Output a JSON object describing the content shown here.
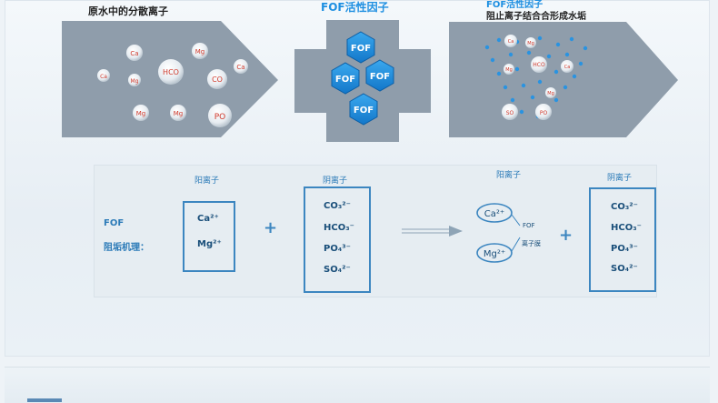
{
  "top": {
    "label_left": "原水中的分散离子",
    "label_center": "FOF活性因子",
    "label_right_title": "FOF活性因子",
    "label_right_sub": "阻止离子结合合形成水垢",
    "left_ions": [
      "Ca",
      "Mg",
      "Ca",
      "HCO",
      "Mg",
      "Ca",
      "CO",
      "Mg",
      "Mg",
      "PO"
    ],
    "fof_cells": [
      "FOF",
      "FOF",
      "FOF",
      "FOF"
    ],
    "right_ions": [
      "Ca",
      "Mg",
      "HCO",
      "Ca",
      "Mg",
      "Mg",
      "SO",
      "PO"
    ]
  },
  "mechanism": {
    "fof_label": "FOF",
    "mechanism_label": "阻垢机理：",
    "cation_header_1": "阳离子",
    "anion_header_1": "阴离子",
    "cation_header_2": "阳离子",
    "anion_header_2": "阴离子",
    "cations": [
      "Ca²⁺",
      "Mg²⁺"
    ],
    "anions_1": [
      "CO₃²⁻",
      "HCO₃⁻",
      "PO₄³⁻",
      "SO₄²⁻"
    ],
    "anions_2": [
      "CO₃²⁻",
      "HCO₃⁻",
      "PO₄³⁻",
      "SO₄²⁻"
    ],
    "plus_1": "+",
    "plus_2": "+",
    "ring_ca": "Ca²⁺",
    "ring_mg": "Mg²⁺",
    "fof_small": "FOF",
    "membrane": "离子膜"
  },
  "colors": {
    "accent_blue": "#1e8fe1",
    "box_blue": "#3c86c0",
    "ion_red": "#d0392b"
  }
}
